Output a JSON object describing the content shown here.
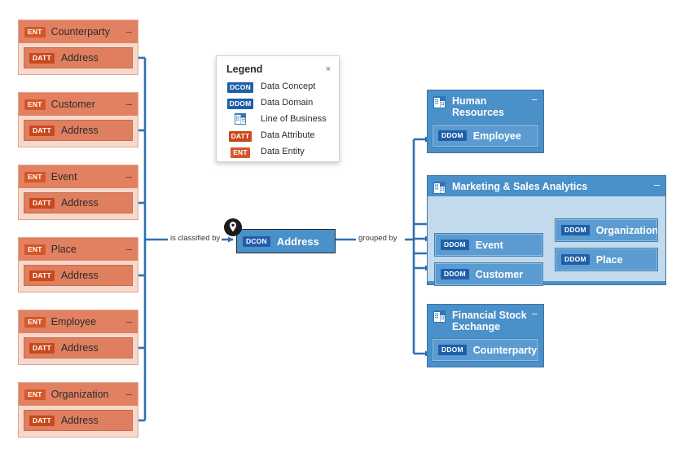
{
  "diagram": {
    "relationship_left_label": "is classified by",
    "relationship_right_label": "grouped by"
  },
  "center_node": {
    "badge": "DCON",
    "label": "Address",
    "marker_icon": "location-pin-icon"
  },
  "entities": [
    {
      "badge": "ENT",
      "name": "Counterparty",
      "collapse": "–",
      "attribute": {
        "badge": "DATT",
        "name": "Address"
      }
    },
    {
      "badge": "ENT",
      "name": "Customer",
      "collapse": "–",
      "attribute": {
        "badge": "DATT",
        "name": "Address"
      }
    },
    {
      "badge": "ENT",
      "name": "Event",
      "collapse": "–",
      "attribute": {
        "badge": "DATT",
        "name": "Address"
      }
    },
    {
      "badge": "ENT",
      "name": "Place",
      "collapse": "–",
      "attribute": {
        "badge": "DATT",
        "name": "Address"
      }
    },
    {
      "badge": "ENT",
      "name": "Employee",
      "collapse": "–",
      "attribute": {
        "badge": "DATT",
        "name": "Address"
      }
    },
    {
      "badge": "ENT",
      "name": "Organization",
      "collapse": "–",
      "attribute": {
        "badge": "DATT",
        "name": "Address"
      }
    }
  ],
  "lines_of_business": [
    {
      "icon": "building-icon",
      "name": "Human Resources",
      "collapse": "–",
      "domains": [
        {
          "badge": "DDOM",
          "name": "Employee"
        }
      ]
    },
    {
      "icon": "building-icon",
      "name": "Marketing & Sales Analytics",
      "collapse": "–",
      "domains": [
        {
          "badge": "DDOM",
          "name": "Event"
        },
        {
          "badge": "DDOM",
          "name": "Customer"
        },
        {
          "badge": "DDOM",
          "name": "Organization"
        },
        {
          "badge": "DDOM",
          "name": "Place"
        }
      ]
    },
    {
      "icon": "building-icon",
      "name": "Financial Stock Exchange",
      "collapse": "–",
      "domains": [
        {
          "badge": "DDOM",
          "name": "Counterparty"
        }
      ]
    }
  ],
  "legend": {
    "title": "Legend",
    "close_icon": "×",
    "items": [
      {
        "key": "DCON",
        "label": "Data Concept",
        "kind": "badge-dcon"
      },
      {
        "key": "DDOM",
        "label": "Data Domain",
        "kind": "badge-ddom"
      },
      {
        "key": "",
        "label": "Line of Business",
        "kind": "building-icon"
      },
      {
        "key": "DATT",
        "label": "Data Attribute",
        "kind": "badge-datt"
      },
      {
        "key": "ENT",
        "label": "Data Entity",
        "kind": "badge-ent"
      }
    ]
  },
  "colors": {
    "entity_header": "#e28161",
    "entity_body": "#f6d9cc",
    "attribute": "#e07f5f",
    "badge_orange": "#d4572a",
    "badge_blue": "#1f5fa8",
    "lob_header": "#4a90c9",
    "lob_body_light": "#c3daed",
    "domain_item": "#5b9bd1",
    "connector": "#2f6fb5"
  }
}
